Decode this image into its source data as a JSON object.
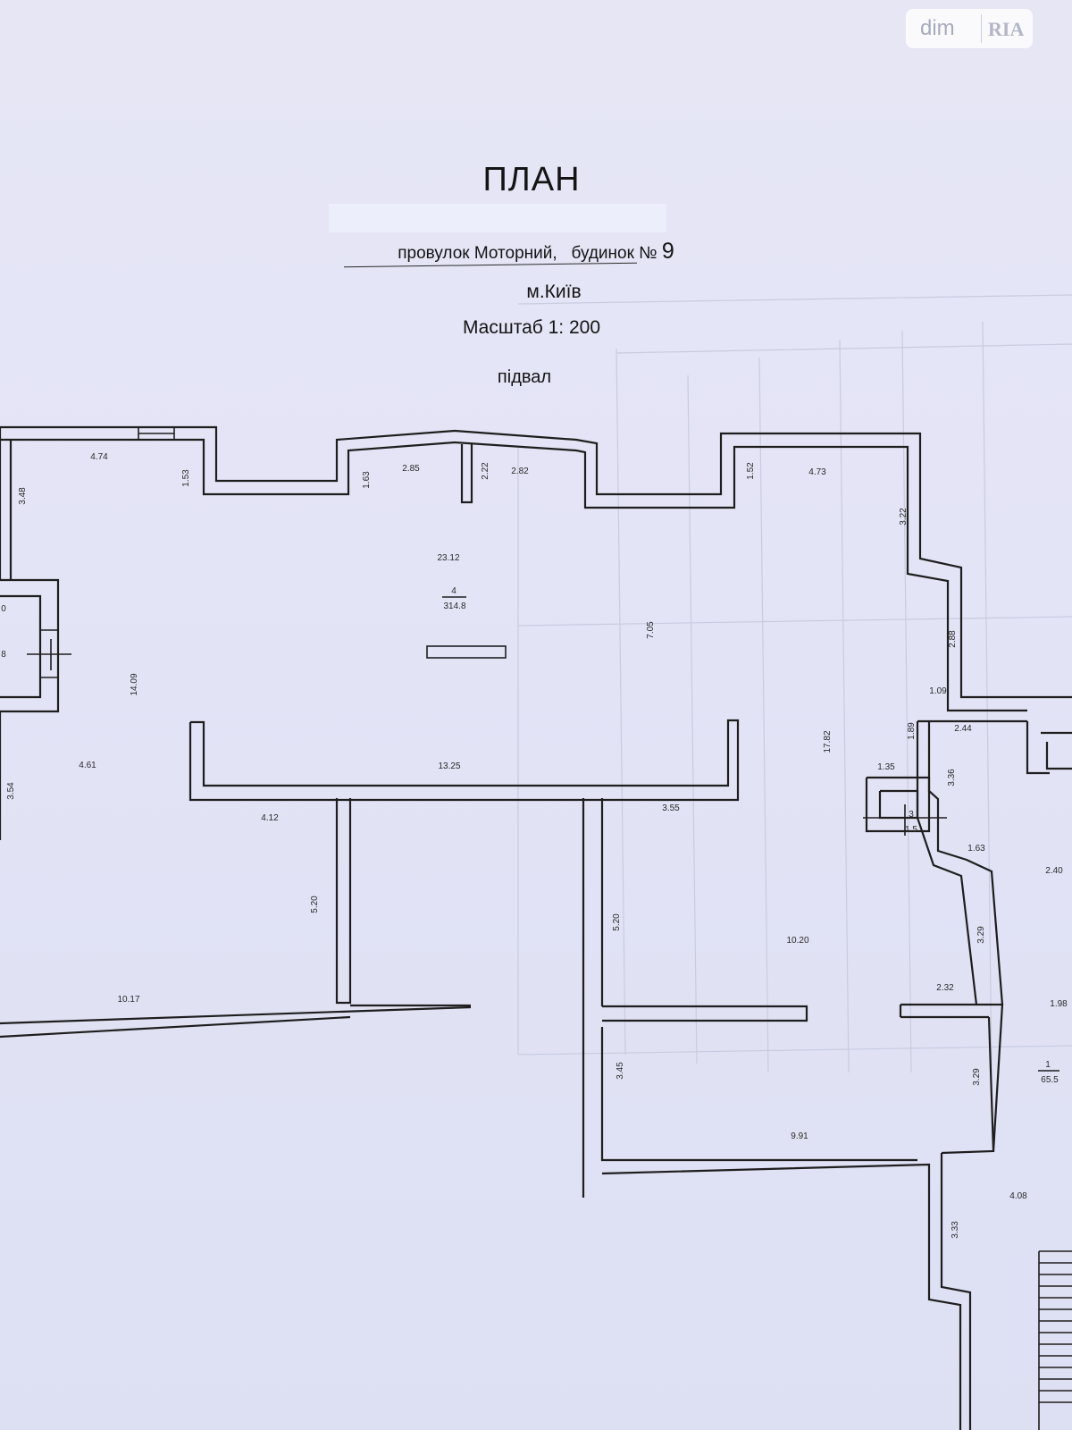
{
  "document": {
    "title": "ПЛАН",
    "address_street": "провулок Моторний,",
    "address_house_label": "будинок №",
    "address_house_number": "9",
    "city": "м.Київ",
    "scale": "Масштаб 1: 200",
    "floor": "підвал"
  },
  "watermark": {
    "dim": "dim",
    "ria": "RIA"
  },
  "rooms": {
    "room4_number": "4",
    "room4_area": "314.8",
    "room3_number": "3",
    "room3_area": "1.5",
    "room1_number": "1",
    "room1_area": "65.5"
  },
  "dimensions": [
    "4.74",
    "1.53",
    "3.48",
    "1.63",
    "2.85",
    "2.22",
    "2.82",
    "1.52",
    "4.73",
    "3.22",
    "23.12",
    "7.05",
    "2.88",
    "1.09",
    "14.09",
    "1.89",
    "2.44",
    "17.82",
    "4.61",
    "13.25",
    "1.35",
    "3.36",
    "4.12",
    "3.54",
    "3.55",
    "1.63",
    "2.40",
    "5.20",
    "5.20",
    "10.20",
    "3.29",
    "2.32",
    "10.17",
    "1.98",
    "3.45",
    "3.29",
    "9.91",
    "4.08",
    "3.33",
    "0",
    "8"
  ]
}
